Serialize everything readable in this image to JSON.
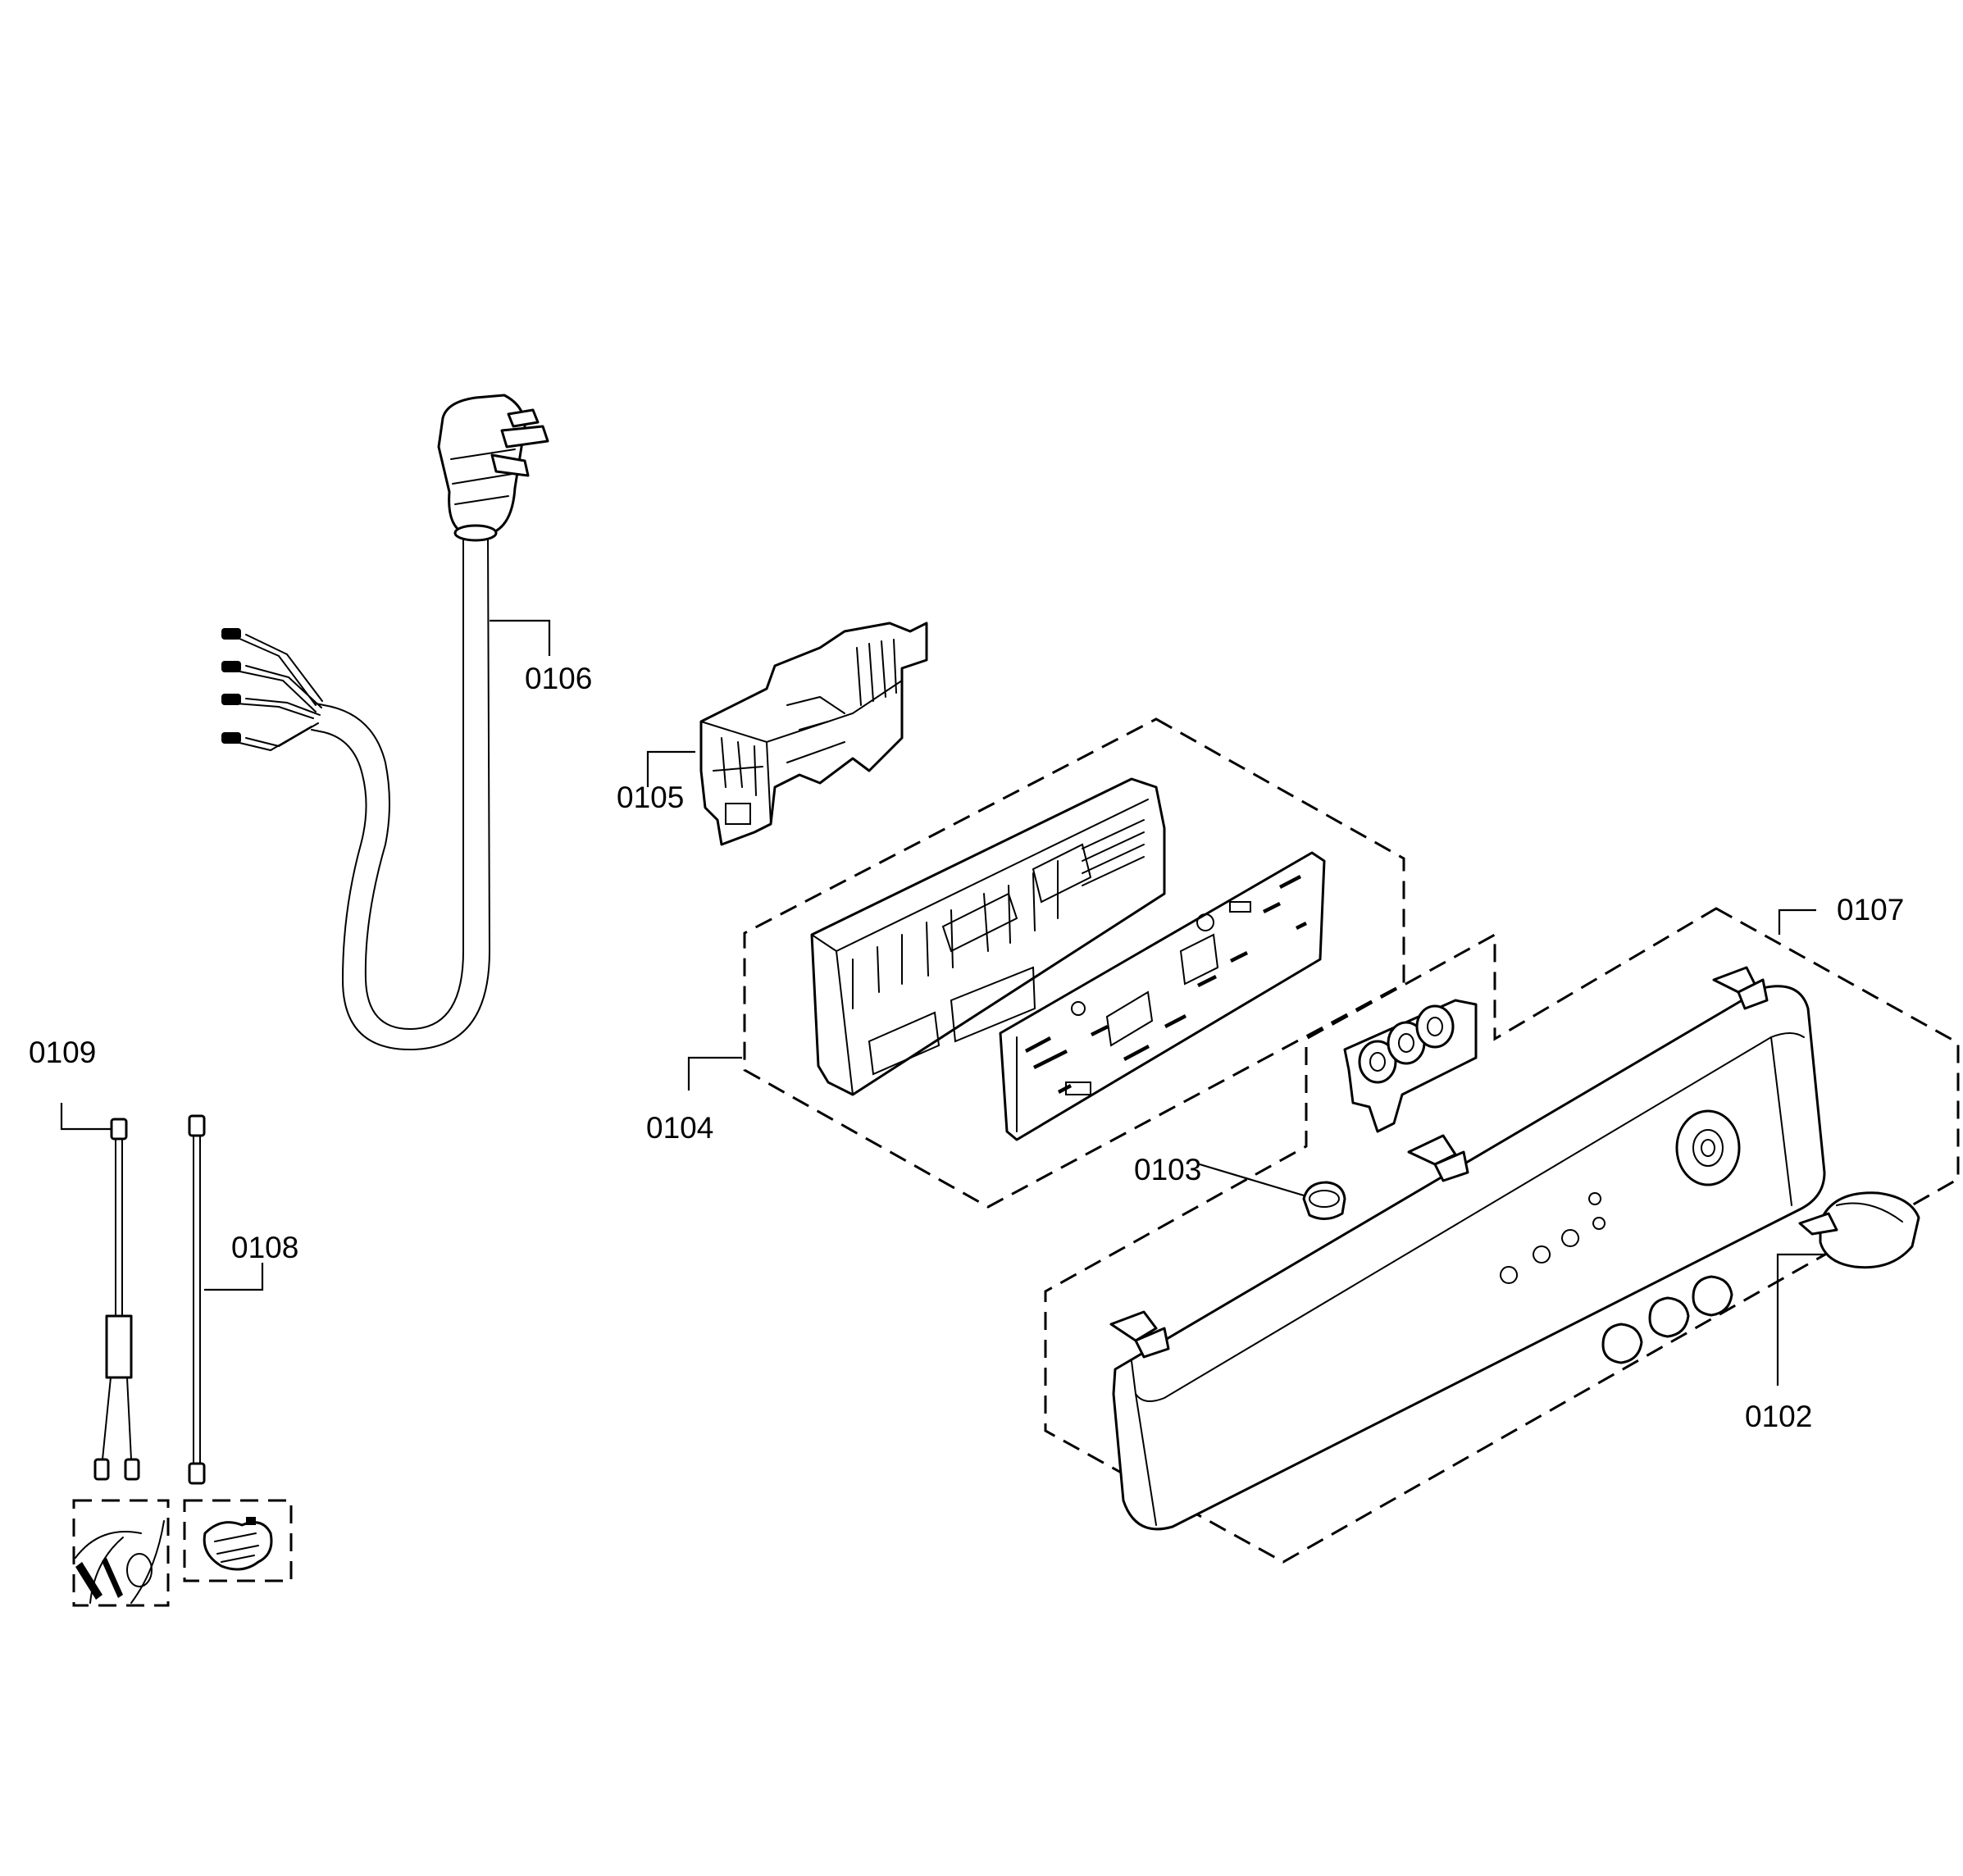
{
  "labels": {
    "p0102": "0102",
    "p0103": "0103",
    "p0104": "0104",
    "p0105": "0105",
    "p0106": "0106",
    "p0107": "0107",
    "p0108": "0108",
    "p0109": "0109"
  },
  "colors": {
    "line": "#000000",
    "background": "#ffffff"
  }
}
